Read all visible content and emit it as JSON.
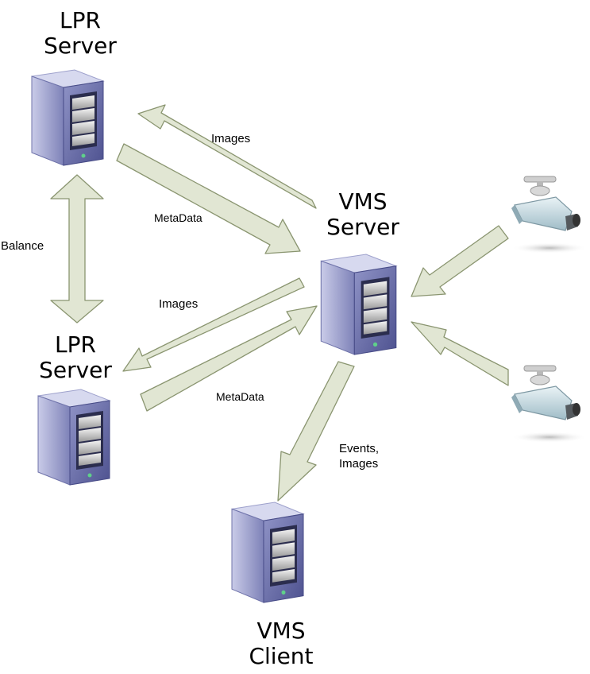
{
  "nodes": {
    "lpr_server_top": {
      "line1": "LPR",
      "line2": "Server"
    },
    "lpr_server_bottom": {
      "line1": "LPR",
      "line2": "Server"
    },
    "vms_server": {
      "line1": "VMS",
      "line2": "Server"
    },
    "vms_client": {
      "line1": "VMS",
      "line2": "Client"
    }
  },
  "edges": {
    "images_top": "Images",
    "metadata_top": "MetaData",
    "balance": "Balance",
    "images_bottom": "Images",
    "metadata_bottom": "MetaData",
    "events_images": {
      "line1": "Events,",
      "line2": "Images"
    }
  },
  "colors": {
    "arrow_fill": "#e1e6d3",
    "arrow_stroke": "#8a9570",
    "server_body": "#7e82b8",
    "server_face": "#aeb1d8",
    "camera_body": "#c7dbe3"
  }
}
